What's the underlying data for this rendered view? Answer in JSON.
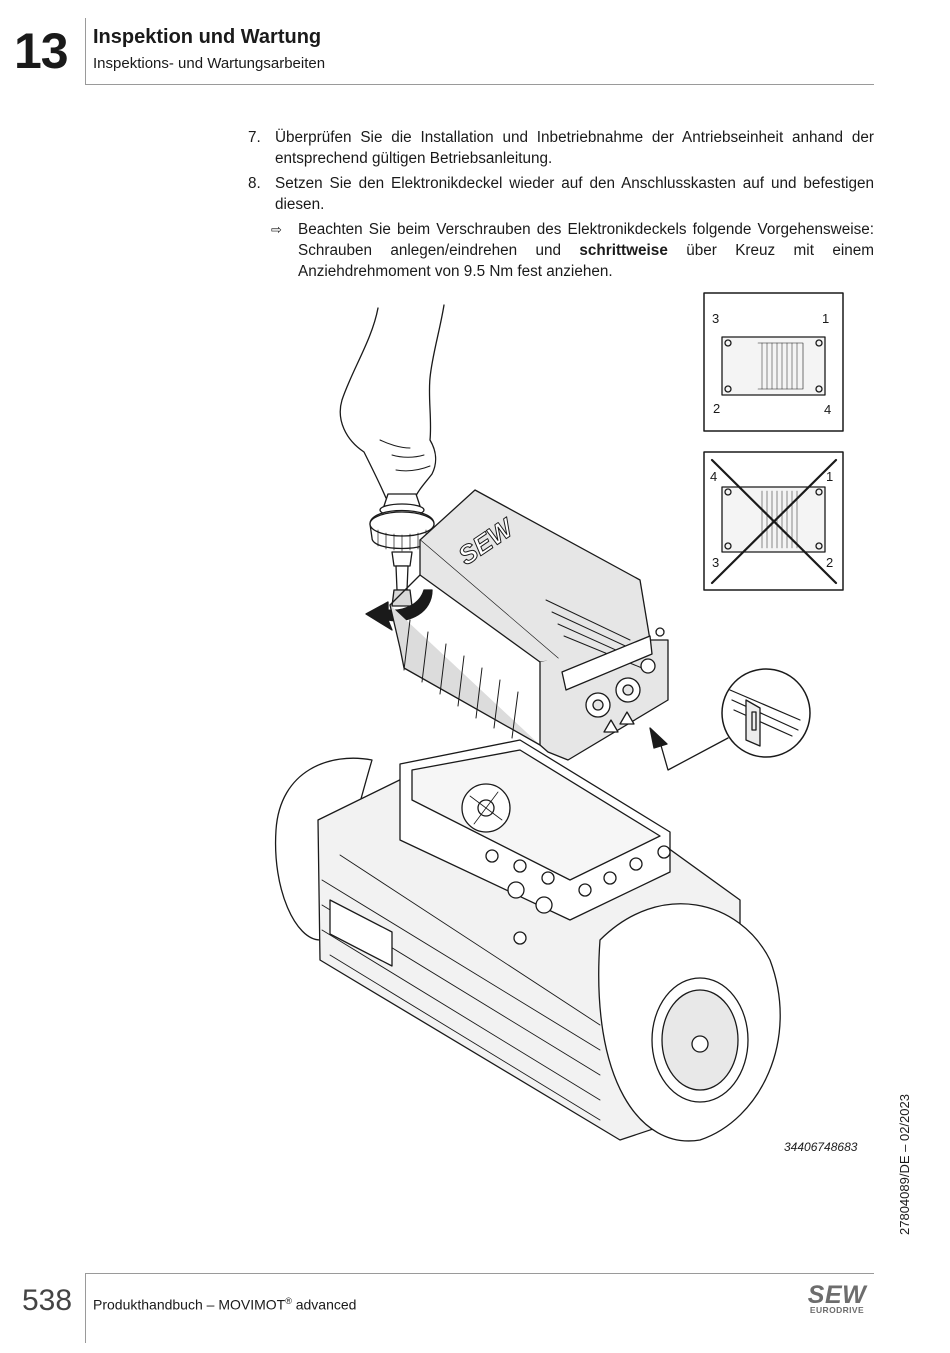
{
  "header": {
    "chapter": "13",
    "title": "Inspektion und Wartung",
    "subtitle": "Inspektions- und Wartungsarbeiten"
  },
  "steps": [
    {
      "num": "7.",
      "text": "Überprüfen Sie die Installation und Inbetriebnahme der Antriebseinheit anhand der entsprechend gültigen Betriebsanleitung."
    },
    {
      "num": "8.",
      "text": "Setzen Sie den Elektronikdeckel wieder auf den Anschlusskasten auf und befestigen diesen."
    }
  ],
  "note": {
    "icon": "arrow-right-icon",
    "text_before": "Beachten Sie beim Verschrauben des Elektronikdeckels folgende Vorgehensweise: Schrauben anlegen/eindrehen und ",
    "text_bold": "schrittweise",
    "text_after": " über Kreuz mit einem Anziehdrehmoment von 9.5 Nm fest anziehen."
  },
  "figure": {
    "correct_order": [
      "3",
      "1",
      "2",
      "4"
    ],
    "wrong_order": [
      "4",
      "1",
      "3",
      "2"
    ],
    "brand_on_cover": "SEW",
    "figure_id": "34406748683"
  },
  "side_doc_id": "27804089/DE – 02/2023",
  "footer": {
    "page": "538",
    "doc_title": "Produkthandbuch – MOVIMOT",
    "registered": "®",
    "doc_suffix": " advanced",
    "logo_main": "SEW",
    "logo_sub": "EURODRIVE"
  }
}
